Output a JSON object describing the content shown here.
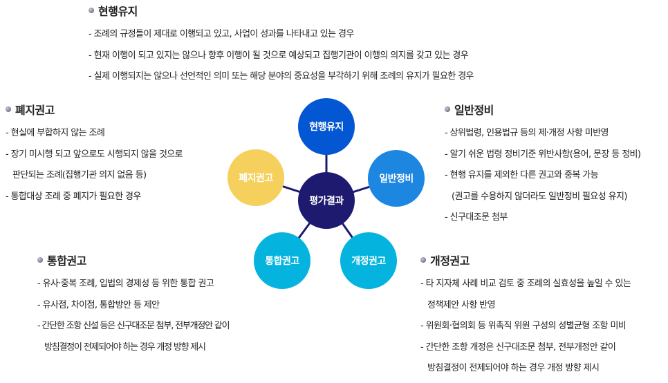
{
  "center": {
    "label": "평가결과",
    "color": "#1e1a70"
  },
  "nodes": {
    "maintain": {
      "label": "현행유지",
      "color": "#0457d2"
    },
    "general": {
      "label": "일반정비",
      "color": "#1d86e0"
    },
    "amend": {
      "label": "개정권고",
      "color": "#04b4de"
    },
    "merge": {
      "label": "통합권고",
      "color": "#04b4de"
    },
    "abolish": {
      "label": "폐지권고",
      "color": "#f5d05c"
    }
  },
  "sections": {
    "maintain": {
      "title": "현행유지",
      "items": [
        "- 조례의 규정들이 제대로 이행되고 있고, 사업이 성과를 나타내고 있는 경우",
        "- 현재 이행이 되고 있지는 않으나 향후 이행이 될 것으로 예상되고 집행기관이 이행의 의지를 갖고 있는 경우",
        "- 실제 이행되지는 않으나 선언적인 의미 또는 해당 분야의 중요성을 부각하기 위해 조례의 유지가 필요한 경우"
      ]
    },
    "abolish": {
      "title": "폐지권고",
      "items": [
        "- 현실에 부합하지 않는 조례",
        "- 장기 미시행 되고 앞으로도 시행되지 않을 것으로",
        "판단되는 조례(집행기관 의지 없음 등)",
        "- 통합대상 조례 중 폐지가 필요한 경우"
      ]
    },
    "general": {
      "title": "일반정비",
      "items": [
        "- 상위법령, 인용법규 등의 제·개정 사항 미반영",
        "- 알기 쉬운 법령 정비기준 위반사항(용어, 문장 등 정비)",
        "- 현행 유지를 제외한 다른 권고와 중복 가능",
        "(권고를 수용하지 않더라도 일반정비 필요성 유지)",
        "- 신구대조문 첨부"
      ]
    },
    "merge": {
      "title": "통합권고",
      "items": [
        "- 유사·중복 조례, 입법의 경제성 등 위한 통합 권고",
        "- 유사점, 차이점, 통합방안 등 제안",
        "- 간단한 조항 신설 등은 신구대조문 첨부, 전부개정안 같이",
        "방침결정이 전제되어야 하는 경우 개정 방향 제시"
      ]
    },
    "amend": {
      "title": "개정권고",
      "items": [
        "- 타 지자체 사례 비교 검토 중 조례의 실효성을 높일 수 있는",
        "정책제안 사항 반영",
        "- 위원회·협의회 등 위촉직 위원 구성의 성별균형 조항 미비",
        "- 간단한 조항 개정은 신구대조문 첨부, 전부개정안  같이",
        "방침결정이 전제되어야 하는 경우 개정 방향 제시"
      ]
    }
  }
}
